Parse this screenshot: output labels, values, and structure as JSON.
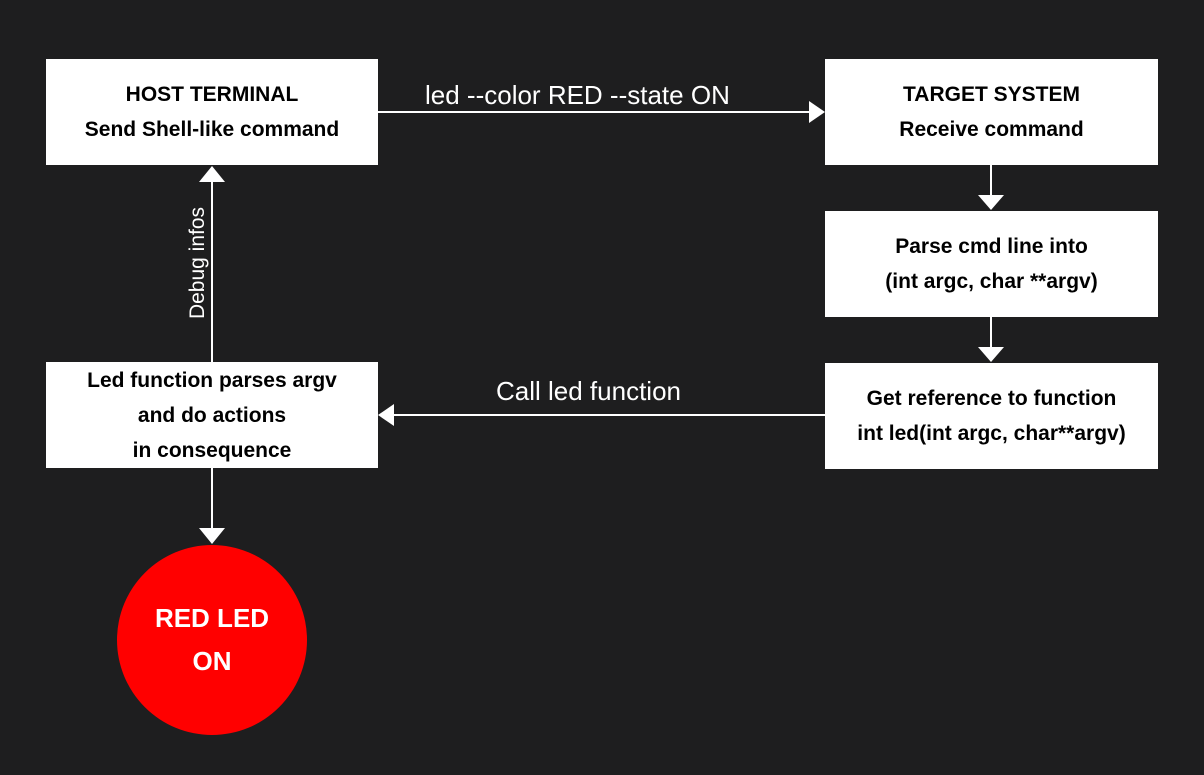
{
  "diagram": {
    "nodes": {
      "host_terminal": {
        "lines": [
          "HOST TERMINAL",
          "Send Shell-like command"
        ]
      },
      "target_system": {
        "lines": [
          "TARGET SYSTEM",
          "Receive command"
        ]
      },
      "parse_cmd": {
        "lines": [
          "Parse cmd line into",
          "(int argc, char **argv)"
        ]
      },
      "get_reference": {
        "lines": [
          "Get reference to function",
          "int led(int argc, char**argv)"
        ]
      },
      "led_function": {
        "lines": [
          "Led function parses argv",
          "and do actions",
          "in consequence"
        ]
      },
      "red_led": {
        "lines": [
          "RED LED",
          "ON"
        ],
        "color": "#ff0000"
      }
    },
    "edges": {
      "command": {
        "label": "led --color RED --state ON"
      },
      "call": {
        "label": "Call led function"
      },
      "debug": {
        "label": "Debug infos"
      }
    }
  },
  "colors": {
    "background": "#1e1e1f",
    "box": "#ffffff",
    "line": "#ffffff"
  }
}
